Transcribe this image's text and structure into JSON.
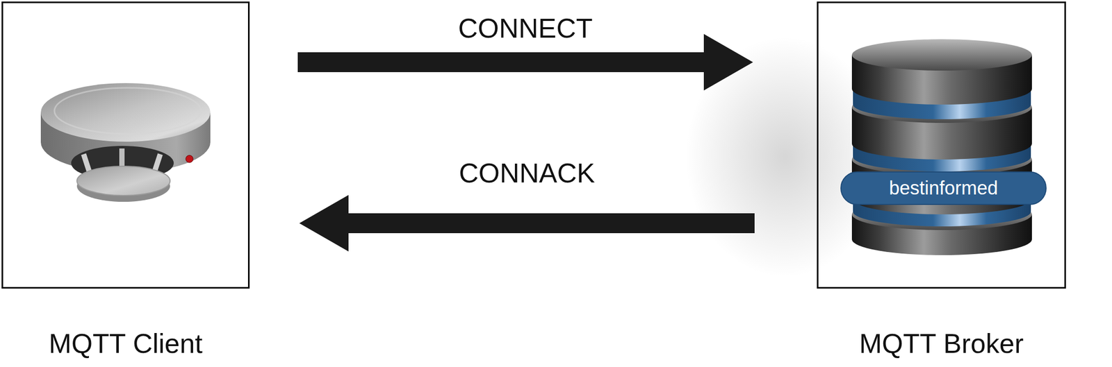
{
  "diagram": {
    "nodes": [
      {
        "text": [
          "MQTT Client"
        ]
      },
      {
        "text": [
          "MQTT Broker"
        ]
      },
      {
        "text": [
          "bestinformed"
        ],
        "in": 1
      }
    ],
    "edges": [
      {
        "from": 0,
        "to": 1,
        "arrow": "to",
        "label": "CONNECT"
      },
      {
        "from": 1,
        "to": 0,
        "arrow": "to",
        "label": "CONNACK"
      }
    ]
  }
}
